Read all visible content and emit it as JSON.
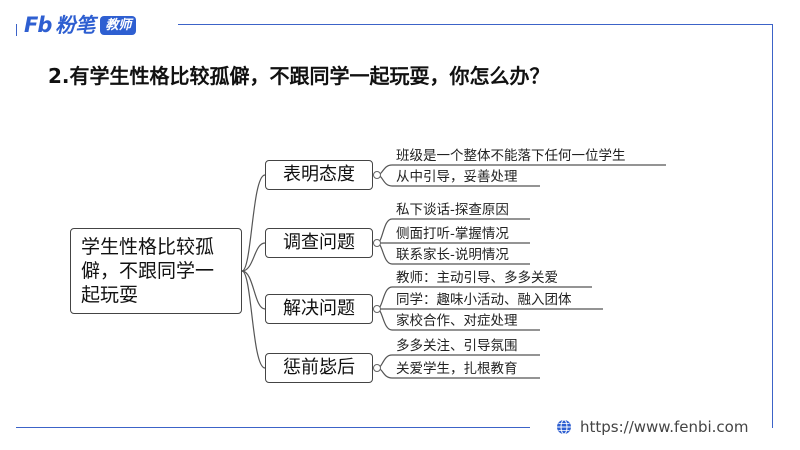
{
  "brand": {
    "mark": "Fb",
    "name": "粉笔",
    "badge": "教师"
  },
  "question": "2.有学生性格比较孤僻，不跟同学一起玩耍，你怎么办？",
  "mindmap": {
    "root": "学生性格比较孤僻，不跟同学一起玩耍",
    "branches": [
      {
        "label": "表明态度",
        "leaves": [
          "班级是一个整体不能落下任何一位学生",
          "从中引导，妥善处理"
        ]
      },
      {
        "label": "调查问题",
        "leaves": [
          "私下谈话-探查原因",
          "侧面打听-掌握情况",
          "联系家长-说明情况"
        ]
      },
      {
        "label": "解决问题",
        "leaves": [
          "教师：主动引导、多多关爱",
          "同学：趣味小活动、融入团体",
          "家校合作、对症处理"
        ]
      },
      {
        "label": "惩前毖后",
        "leaves": [
          "多多关注、引导氛围",
          "关爱学生，扎根教育"
        ]
      }
    ]
  },
  "footer": {
    "url": "https://www.fenbi.com",
    "icon": "globe-icon"
  },
  "colors": {
    "brand_blue": "#2e5fd1",
    "frame_blue": "#3c63c8"
  }
}
